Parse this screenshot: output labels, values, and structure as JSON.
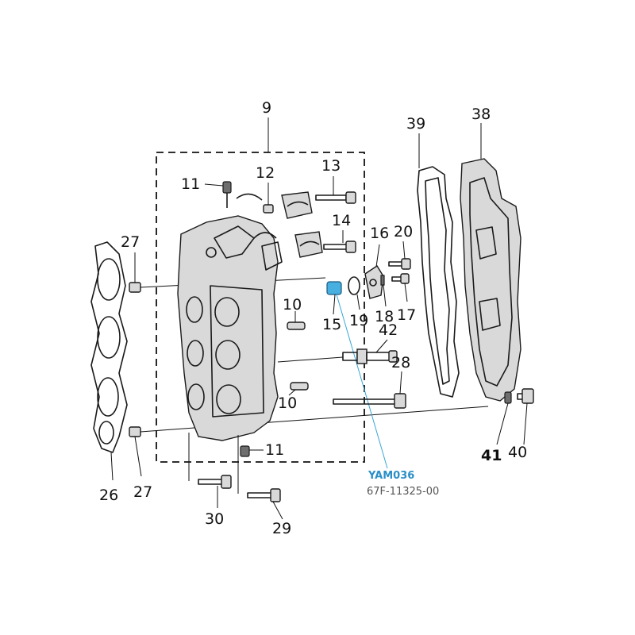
{
  "callouts": {
    "c9": "9",
    "c39": "39",
    "c38": "38",
    "c11a": "11",
    "c12": "12",
    "c13": "13",
    "c14": "14",
    "c16": "16",
    "c20": "20",
    "c27a": "27",
    "c10a": "10",
    "c15": "15",
    "c19": "19",
    "c18": "18",
    "c17": "17",
    "c42": "42",
    "c28": "28",
    "c10b": "10",
    "c11b": "11",
    "c41": "41",
    "c40": "40",
    "c26": "26",
    "c27b": "27",
    "c30": "30",
    "c29": "29"
  },
  "highlight": {
    "code": "YAM036",
    "part_number": "67F-11325-00",
    "color": "#47b0e0"
  }
}
